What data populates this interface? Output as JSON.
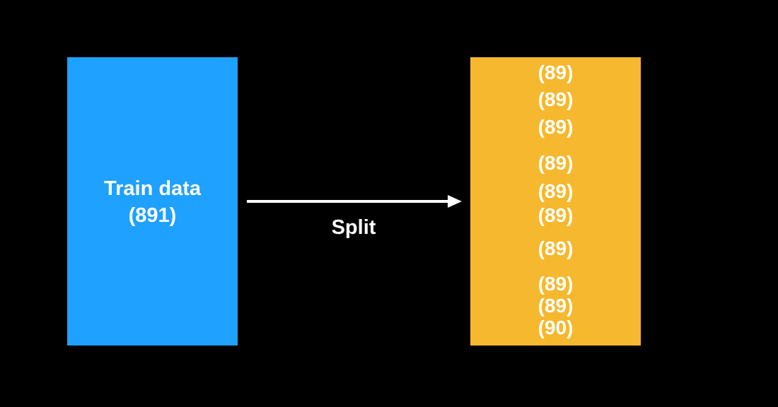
{
  "colors": {
    "background": "#000000",
    "source_box": "#1ea1ff",
    "target_box": "#f5b82e",
    "text": "#ffffff",
    "arrow": "#ffffff"
  },
  "source": {
    "title": "Train data",
    "count": "(891)"
  },
  "arrow": {
    "label": "Split"
  },
  "folds": [
    "(89)",
    "(89)",
    "(89)",
    "(89)",
    "(89)",
    "(89)",
    "(89)",
    "(89)",
    "(89)",
    "(90)"
  ]
}
